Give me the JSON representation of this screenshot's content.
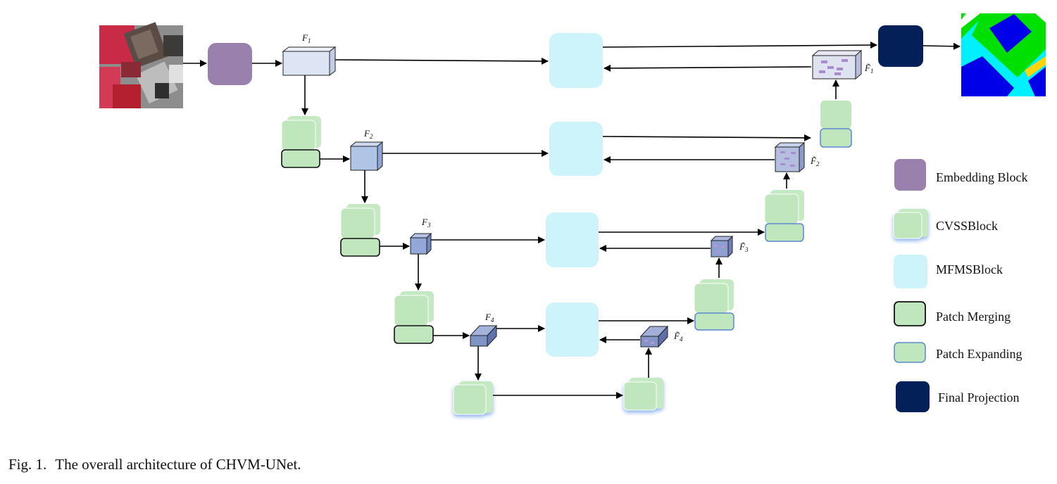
{
  "features": {
    "encoder": [
      "F",
      "F",
      "F",
      "F"
    ],
    "encoder_subscripts": [
      "1",
      "2",
      "3",
      "4"
    ],
    "decoder": [
      "F̃",
      "F̃",
      "F̃",
      "F̃"
    ],
    "decoder_subscripts": [
      "1",
      "2",
      "3",
      "4"
    ]
  },
  "legend": {
    "embedding": "Embedding Block",
    "cvss": "CVSSBlock",
    "mfms": "MFMSBlock",
    "patch_merging": "Patch Merging",
    "patch_expanding": "Patch Expanding",
    "final_projection": "Final Projection"
  },
  "colors": {
    "embedding": "#9a81ad",
    "cvss": "#bfe6bd",
    "mfms": "#cdf4fb",
    "patch_border_merge": "#111111",
    "patch_border_expand": "#5a87cf",
    "final_projection": "#032058",
    "cube_f1": "#dde5f5",
    "cube_f2": "#b0c4e6",
    "cube_f3": "#93a8d8",
    "cube_f4": "#7f95c6"
  },
  "caption": {
    "label": "Fig. 1.",
    "text": "The overall architecture of CHVM-UNet."
  }
}
